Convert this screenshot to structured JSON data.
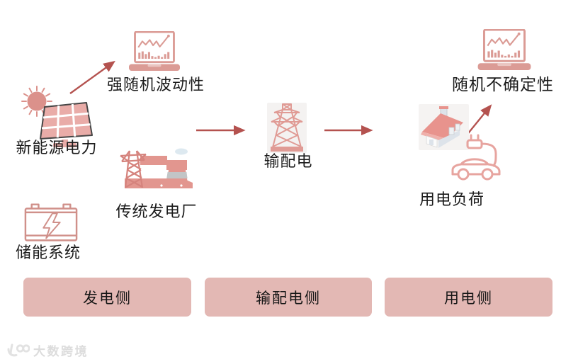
{
  "colors": {
    "accent_pink_fill": "#e9aca8",
    "accent_pink_stroke": "#db9b95",
    "plant_pink": "#e2968f",
    "arrow_red": "#b4524f",
    "bar_pink": "#e3b8b4",
    "text_dark": "#1b1b1b",
    "tower_bg_gray": "#f4f2f1",
    "watermark_gray": "#dcdcdc"
  },
  "nodes": {
    "new_energy": {
      "label": "新能源电力",
      "icon": "solar-panel-sun-icon"
    },
    "volatility": {
      "label": "强随机波动性",
      "icon": "laptop-chart-icon"
    },
    "traditional_plant": {
      "label": "传统发电厂",
      "icon": "power-plant-icon"
    },
    "storage": {
      "label": "储能系统",
      "icon": "battery-icon"
    },
    "transmission": {
      "label": "输配电",
      "icon": "transmission-tower-icon"
    },
    "load": {
      "label": "用电负荷",
      "icons": [
        "house-icon",
        "ev-charging-icon"
      ]
    },
    "uncertainty": {
      "label": "随机不确定性",
      "icon": "laptop-chart-icon"
    }
  },
  "flow_arrows": [
    {
      "from": "new_energy",
      "to": "volatility",
      "direction": "up-right"
    },
    {
      "from": "traditional_plant",
      "to": "transmission",
      "direction": "right"
    },
    {
      "from": "transmission",
      "to": "load",
      "direction": "right"
    },
    {
      "from": "load",
      "to": "uncertainty",
      "direction": "up-right"
    }
  ],
  "sections": [
    {
      "label": "发电侧"
    },
    {
      "label": "输配电侧"
    },
    {
      "label": "用电侧"
    }
  ],
  "watermark": {
    "text": "大数跨境",
    "logo": "100-smile-logo"
  }
}
